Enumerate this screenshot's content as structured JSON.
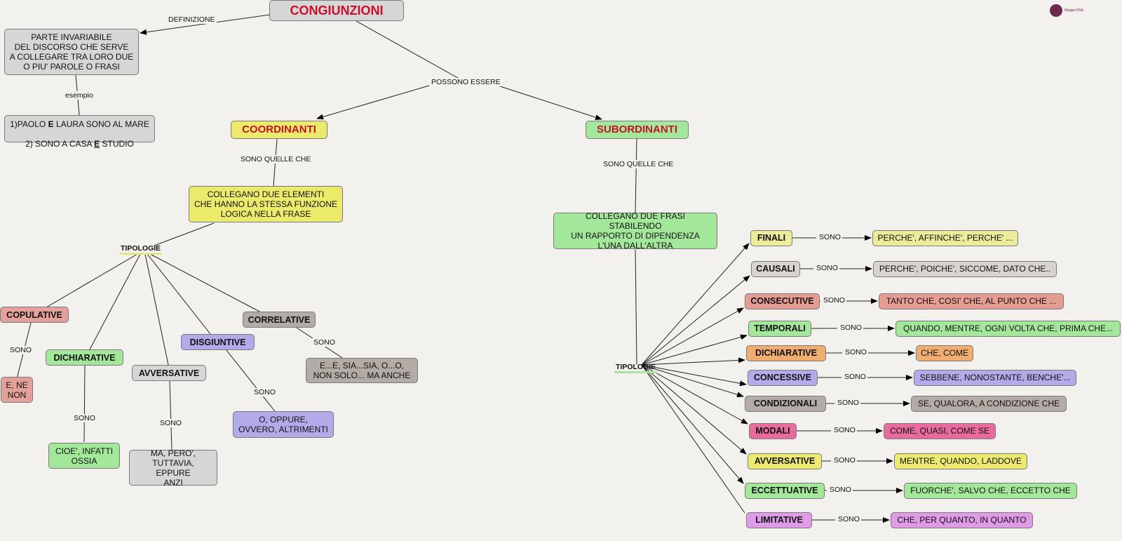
{
  "title": "CONGIUNZIONI",
  "labels": {
    "definizione": "DEFINIZIONE",
    "possono_essere": "POSSONO ESSERE",
    "esempio": "esempio",
    "sono_quelle_che": "SONO QUELLE CHE",
    "sono": "SONO",
    "tipologie": "TIPOLOGIE"
  },
  "definition": "PARTE INVARIABILE\nDEL DISCORSO CHE SERVE\nA COLLEGARE TRA LORO DUE\nO PIU' PAROLE O FRASI",
  "example": {
    "line1_pre": "1)PAOLO ",
    "line1_key": "E",
    "line1_post": " LAURA SONO AL MARE",
    "line2_pre": "2) SONO A CASA ",
    "line2_key": "E",
    "line2_post": " STUDIO"
  },
  "coordinanti": {
    "label": "COORDINANTI",
    "description": "COLLEGANO DUE ELEMENTI\nCHE HANNO LA STESSA FUNZIONE\nLOGICA NELLA FRASE",
    "types": [
      {
        "name": "COPULATIVE",
        "examples": "E, NE\nNON"
      },
      {
        "name": "DICHIARATIVE",
        "examples": "CIOE', INFATTI\nOSSIA"
      },
      {
        "name": "AVVERSATIVE",
        "examples": "MA, PERO',\nTUTTAVIA, EPPURE\nANZI"
      },
      {
        "name": "DISGIUNTIVE",
        "examples": "O, OPPURE,\nOVVERO, ALTRIMENTI"
      },
      {
        "name": "CORRELATIVE",
        "examples": "E...E, SIA...SIA, O...O,\nNON SOLO... MA ANCHE"
      }
    ]
  },
  "subordinanti": {
    "label": "SUBORDINANTI",
    "description": "COLLEGANO DUE FRASI STABILENDO\nUN RAPPORTO DI DIPENDENZA\nL'UNA DALL'ALTRA",
    "types": [
      {
        "name": "FINALI",
        "examples": "PERCHE', AFFINCHE', PERCHE' ..."
      },
      {
        "name": "CAUSALI",
        "examples": "PERCHE', POICHE', SICCOME, DATO CHE.."
      },
      {
        "name": "CONSECUTIVE",
        "examples": "TANTO CHE, COSI' CHE, AL PUNTO CHE ..."
      },
      {
        "name": "TEMPORALI",
        "examples": "QUANDO, MENTRE, OGNI VOLTA CHE, PRIMA CHE..."
      },
      {
        "name": "DICHIARATIVE",
        "examples": "CHE, COME"
      },
      {
        "name": "CONCESSIVE",
        "examples": "SEBBENE, NONOSTANTE, BENCHE'..."
      },
      {
        "name": "CONDIZIONALI",
        "examples": "SE, QUALORA, A CONDIZIONE CHE"
      },
      {
        "name": "MODALI",
        "examples": "COME, QUASI, COME SE"
      },
      {
        "name": "AVVERSATIVE",
        "examples": "MENTRE, QUANDO, LADDOVE"
      },
      {
        "name": "ECCETTUATIVE",
        "examples": "FUORCHE', SALVO CHE, ECCETTO CHE"
      },
      {
        "name": "LIMITATIVE",
        "examples": "CHE, PER QUANTO, IN QUANTO"
      }
    ]
  },
  "logo": {
    "text": "Mappe-DSA"
  },
  "colors": {
    "title_red": "#c8102e",
    "grey": "#d5d6d5",
    "yellow": "#ecea6b",
    "green": "#a3e89a",
    "salmon": "#e4a09a",
    "purple": "#b3aaea",
    "taupe": "#b3aba6",
    "orange": "#f0ad70",
    "pink": "#e96a9c",
    "violet": "#df9be6"
  }
}
